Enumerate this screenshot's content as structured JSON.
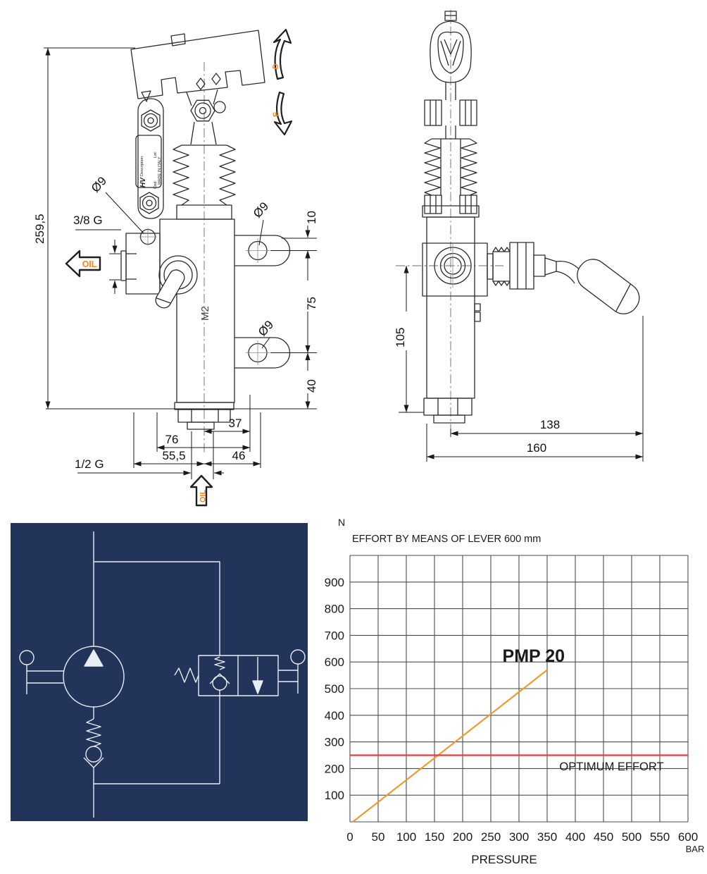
{
  "page": {
    "background": "#ffffff",
    "accent_color": "#f08a1d",
    "drawing_color": "#2b2b2b"
  },
  "front_view": {
    "dimensions": {
      "overall_height": "259,5",
      "side_port_thread": "3/8 G",
      "bottom_port_thread": "1/2 G",
      "mount_hole_dia_left": "Ø9",
      "mount_hole_dia_top": "Ø9",
      "mount_hole_dia_bottom": "Ø9",
      "hole_top_offset": "10",
      "hole_spacing": "75",
      "hole_bottom_offset": "40",
      "center_to_holes": "37",
      "body_width": "76",
      "outlet_left_offset": "55,5",
      "outlet_right_offset": "46",
      "piston_marking": "M2"
    },
    "labels": {
      "oil_out": "OIL",
      "oil_in": "OIL",
      "lever_dir_up": "D",
      "lever_dir_down": "E"
    },
    "name_plate": {
      "brand": "HV",
      "line_description": "Description:",
      "line_cod": "Cod:",
      "line_lot": "Lot:",
      "line_made_in": "MADE IN ITALY"
    }
  },
  "side_view": {
    "dimensions": {
      "body_height": "105",
      "lever_reach": "138",
      "overall_length": "160"
    }
  },
  "circuit": {
    "background_color": "#22345a",
    "line_color": "#e9edf4"
  },
  "chart_data": {
    "type": "line",
    "title": "EFFORT BY MEANS OF LEVER 600 mm",
    "y_axis_unit": "N",
    "x_axis_unit": "BAR",
    "xlabel": "PRESSURE",
    "xlim": [
      0,
      600
    ],
    "ylim": [
      0,
      1000
    ],
    "x_tick_step": 50,
    "y_tick_step": 100,
    "x_tick_labels": [
      0,
      50,
      100,
      150,
      200,
      250,
      300,
      350,
      400,
      450,
      500,
      550,
      600
    ],
    "y_tick_labels": [
      100,
      200,
      300,
      400,
      500,
      600,
      700,
      800,
      900
    ],
    "grid": true,
    "grid_color": "#4d4d4d",
    "series": [
      {
        "name": "PMP 20",
        "color": "#f09a2d",
        "points": [
          [
            5,
            0
          ],
          [
            350,
            570
          ]
        ]
      },
      {
        "name": "OPTIMUM EFFORT",
        "color": "#ed3a3f",
        "points": [
          [
            0,
            250
          ],
          [
            600,
            250
          ]
        ]
      }
    ],
    "annotations": [
      {
        "text": "PMP 20",
        "x": 326,
        "y": 600,
        "bold": true,
        "anchor": "middle"
      },
      {
        "text": "OPTIMUM EFFORT",
        "x": 557,
        "y": 193,
        "bold": false,
        "anchor": "end"
      }
    ]
  }
}
